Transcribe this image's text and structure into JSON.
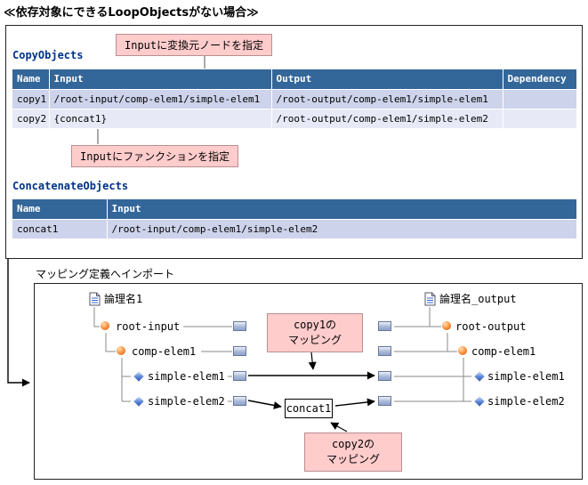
{
  "title": "≪依存対象にできるLoopObjectsがない場合≫",
  "callouts": {
    "input_source": "Inputに変換元ノードを指定",
    "input_function": "Inputにファンクションを指定",
    "copy1": [
      "copy1の",
      "マッピング"
    ],
    "copy2": [
      "copy2の",
      "マッピング"
    ]
  },
  "copy_table": {
    "title": "CopyObjects",
    "headers": [
      "Name",
      "Input",
      "Output",
      "Dependency"
    ],
    "rows": [
      [
        "copy1",
        "/root-input/comp-elem1/simple-elem1",
        "/root-output/comp-elem1/simple-elem1",
        ""
      ],
      [
        "copy2",
        "{concat1}",
        "/root-output/comp-elem1/simple-elem2",
        ""
      ]
    ]
  },
  "concat_table": {
    "title": "ConcatenateObjects",
    "headers": [
      "Name",
      "Input"
    ],
    "rows": [
      [
        "concat1",
        "/root-input/comp-elem1/simple-elem2"
      ]
    ]
  },
  "import_caption": "マッピング定義へインポート",
  "mapping": {
    "source_root": "論理名1",
    "target_root": "論理名_output",
    "source_nodes": [
      "root-input",
      "comp-elem1",
      "simple-elem1",
      "simple-elem2"
    ],
    "target_nodes": [
      "root-output",
      "comp-elem1",
      "simple-elem1",
      "simple-elem2"
    ],
    "function_box": "concat1"
  },
  "colors": {
    "table_header_bg": "#336699",
    "table_row_bg": "#cdd3ea",
    "table_row_alt_bg": "#e7eaf6",
    "callout_bg": "#ffcccc",
    "heading_text": "#003388"
  }
}
